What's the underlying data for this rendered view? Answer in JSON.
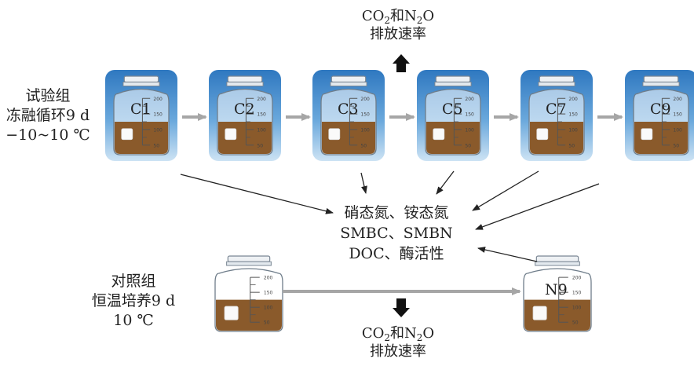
{
  "test_group": {
    "lines": [
      "试验组",
      "冻融循环9 d",
      "−10~10 ℃"
    ]
  },
  "control_group": {
    "lines": [
      "对照组",
      "恒温培养9 d",
      "10 ℃"
    ]
  },
  "test_jars": [
    {
      "code": "C1"
    },
    {
      "code": "C2"
    },
    {
      "code": "C3"
    },
    {
      "code": "C5"
    },
    {
      "code": "C7"
    },
    {
      "code": "C9"
    }
  ],
  "control_jar_end": {
    "code": "N9"
  },
  "measurements": {
    "lines": [
      "硝态氮、铵态氮",
      "SMBC、SMBN",
      "DOC、酶活性"
    ]
  },
  "emission_top": {
    "co2": "CO",
    "co2_sub": "2",
    "and": "和N",
    "n2o_sub": "2",
    "o": "O",
    "line2": "排放速率"
  },
  "emission_bottom": {
    "co2": "CO",
    "co2_sub": "2",
    "and": "和N",
    "n2o_sub": "2",
    "o": "O",
    "line2": "排放速率"
  },
  "jar_scale_marks": [
    "200",
    "150",
    "100",
    "50"
  ],
  "colors": {
    "tile_top": "#2f78c0",
    "tile_bottom": "#cde3f4",
    "soil": "#8a5a2b",
    "flow_arrow": "#a6a6a6",
    "thin_arrow": "#222222",
    "emission_arrow": "#111111"
  }
}
